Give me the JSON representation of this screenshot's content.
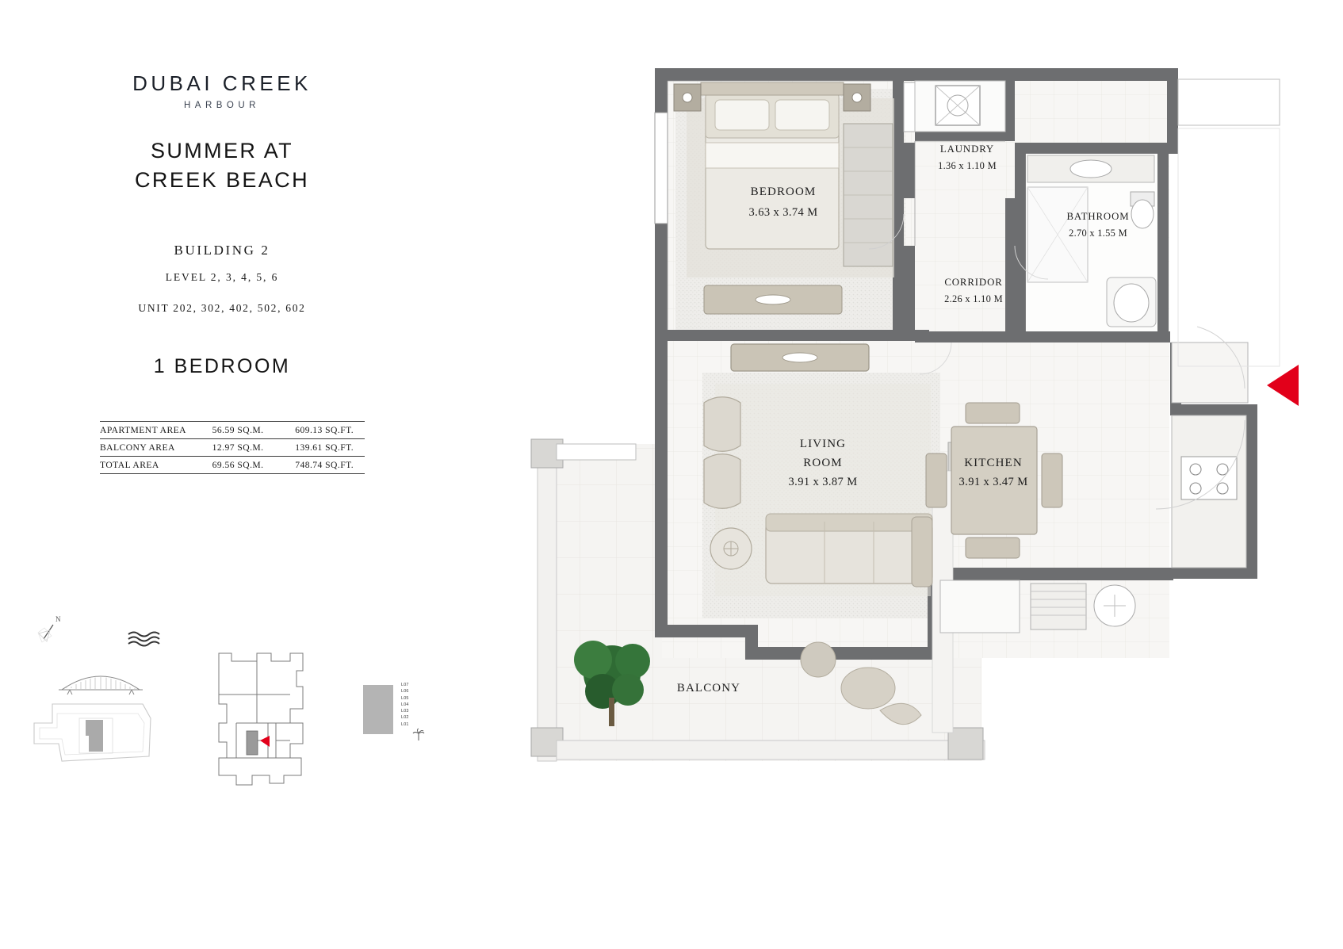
{
  "brand": {
    "name": "DUBAI CREEK",
    "sub": "HARBOUR"
  },
  "project": {
    "title_line1": "SUMMER AT",
    "title_line2": "CREEK BEACH",
    "building": "BUILDING 2",
    "level": "LEVEL 2, 3, 4, 5, 6",
    "unit": "UNIT 202, 302, 402, 502, 602",
    "bedroom_type": "1 BEDROOM"
  },
  "area_table": {
    "rows": [
      {
        "label": "APARTMENT AREA",
        "sqm": "56.59 SQ.M.",
        "sqft": "609.13 SQ.FT."
      },
      {
        "label": "BALCONY AREA",
        "sqm": "12.97 SQ.M.",
        "sqft": "139.61 SQ.FT."
      },
      {
        "label": "TOTAL AREA",
        "sqm": "69.56 SQ.M.",
        "sqft": "748.74 SQ.FT."
      }
    ]
  },
  "orientation": {
    "north_letter": "N",
    "north_icon": "compass-north-icon",
    "waves_icon": "water-waves-icon",
    "bridge_icon": "bridge-icon",
    "site_icon": "site-plan-outline",
    "key_plan_icon": "key-plan-floor-outline",
    "unit_marker_icon": "unit-location-marker"
  },
  "level_legend": {
    "levels": [
      "L07",
      "L06",
      "L05",
      "L04",
      "L03",
      "L02",
      "L01"
    ],
    "palm_icon": "palm-tree-icon"
  },
  "plan": {
    "entry_marker_icon": "entry-arrow-marker",
    "rooms": [
      {
        "key": "bedroom",
        "name": "BEDROOM",
        "dim": "3.63 x 3.74 M"
      },
      {
        "key": "laundry",
        "name": "LAUNDRY",
        "dim": "1.36 x 1.10 M"
      },
      {
        "key": "bathroom",
        "name": "BATHROOM",
        "dim": "2.70 x 1.55 M"
      },
      {
        "key": "corridor",
        "name": "CORRIDOR",
        "dim": "2.26 x 1.10 M"
      },
      {
        "key": "living",
        "name_l1": "LIVING",
        "name_l2": "ROOM",
        "dim": "3.91 x 3.87 M"
      },
      {
        "key": "kitchen",
        "name": "KITCHEN",
        "dim": "3.91 x 3.47 M"
      },
      {
        "key": "balcony",
        "name": "BALCONY",
        "dim": ""
      }
    ]
  },
  "colors": {
    "wall": "#6d6e70",
    "accent_red": "#e2001a",
    "floor_light": "#f4f3f1",
    "floor_carpet": "#dedad2",
    "furniture": "#cdc7ba"
  }
}
